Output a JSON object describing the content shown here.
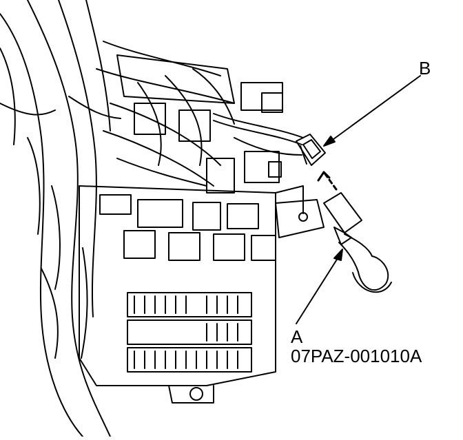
{
  "callouts": {
    "b_letter": "B",
    "a_letter": "A",
    "a_part_number": "07PAZ-001010A"
  }
}
